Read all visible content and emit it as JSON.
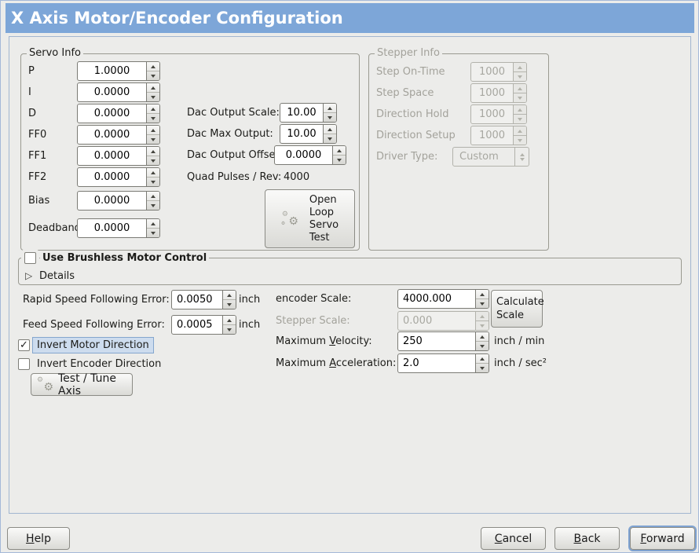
{
  "window": {
    "title": "X Axis Motor/Encoder Configuration"
  },
  "icons": {
    "gear": "⚙",
    "check": "✓",
    "expander": "▷"
  },
  "colors": {
    "titlebar": "#7da6d8",
    "highlight": "#cddcee",
    "focus_ring": "#7fa3d2"
  },
  "servo_info": {
    "title": "Servo Info",
    "fields": [
      {
        "label": "P",
        "value": "1.0000"
      },
      {
        "label": "I",
        "value": "0.0000"
      },
      {
        "label": "D",
        "value": "0.0000"
      },
      {
        "label": "FF0",
        "value": "0.0000"
      },
      {
        "label": "FF1",
        "value": "0.0000"
      },
      {
        "label": "FF2",
        "value": "0.0000"
      },
      {
        "label": "Bias",
        "value": "0.0000"
      },
      {
        "label": "Deadband",
        "value": "0.0000"
      }
    ]
  },
  "dac": {
    "output_scale": {
      "label": "Dac Output Scale:",
      "value": "10.00"
    },
    "max_output": {
      "label": "Dac Max Output:",
      "value": "10.00"
    },
    "output_offset": {
      "label": "Dac Output Offset:",
      "value": "0.0000"
    },
    "quad_pulses": {
      "label": "Quad Pulses / Rev:",
      "value": "4000"
    },
    "open_loop_button_lines": [
      "Open",
      "Loop",
      "Servo",
      "Test"
    ]
  },
  "stepper_info": {
    "title": "Stepper Info",
    "fields": [
      {
        "label": "Step On-Time",
        "value": "1000"
      },
      {
        "label": "Step Space",
        "value": "1000"
      },
      {
        "label": "Direction Hold",
        "value": "1000"
      },
      {
        "label": "Direction Setup",
        "value": "1000"
      }
    ],
    "driver_type": {
      "label": "Driver Type:",
      "value": "Custom"
    }
  },
  "brushless": {
    "label": "Use Brushless Motor Control",
    "details_label": "Details"
  },
  "following_error": {
    "rapid": {
      "label": "Rapid Speed Following Error:",
      "value": "0.0050",
      "unit": "inch"
    },
    "feed": {
      "label": "Feed Speed Following Error:",
      "value": "0.0005",
      "unit": "inch"
    }
  },
  "scaling": {
    "encoder_scale": {
      "label": "encoder Scale:",
      "value": "4000.000"
    },
    "stepper_scale": {
      "label": "Stepper Scale:",
      "value": "0.000"
    },
    "calculate_button_lines": [
      "Calculate",
      "Scale"
    ],
    "max_velocity": {
      "pre": "Maximum ",
      "mn": "V",
      "post": "elocity:",
      "value": "250",
      "unit": "inch / min"
    },
    "max_accel": {
      "pre": "Maximum ",
      "mn": "A",
      "post": "cceleration:",
      "value": "2.0",
      "unit": "inch / sec²"
    }
  },
  "direction": {
    "invert_motor_label": "Invert Motor Direction",
    "invert_encoder_label": "Invert Encoder Direction",
    "test_tune_label": "Test / Tune Axis"
  },
  "footer": {
    "help": {
      "mn": "H",
      "post": "elp"
    },
    "cancel": {
      "mn": "C",
      "post": "ancel"
    },
    "back": {
      "mn": "B",
      "post": "ack"
    },
    "forward": {
      "mn": "F",
      "post": "orward"
    }
  }
}
